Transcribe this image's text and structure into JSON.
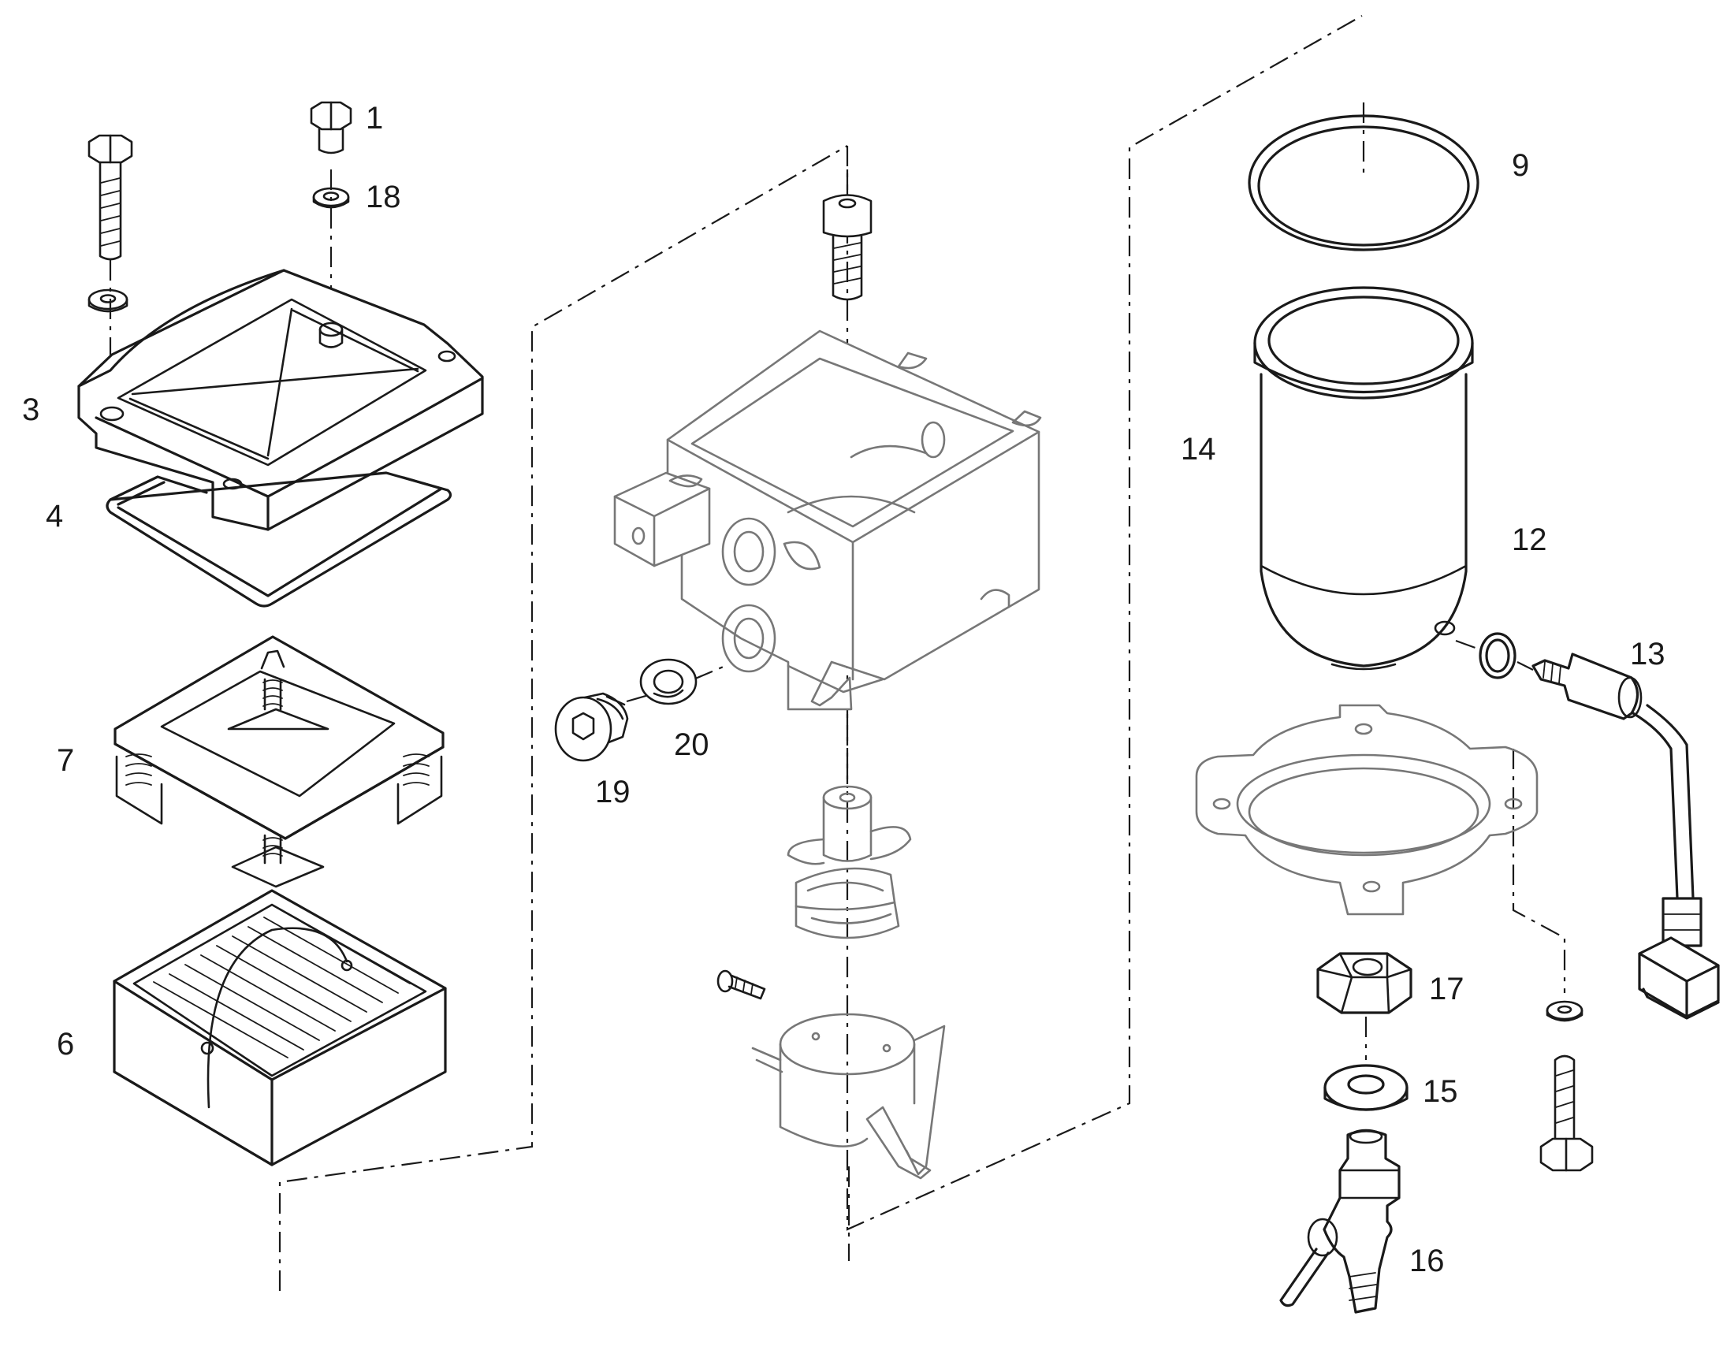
{
  "colors": {
    "line": "#1a1a1a",
    "faint": "#777777",
    "background": "#ffffff"
  },
  "callouts": {
    "c1": "1",
    "c18": "18",
    "c3": "3",
    "c4": "4",
    "c7": "7",
    "c6": "6",
    "c19": "19",
    "c20": "20",
    "c9": "9",
    "c14": "14",
    "c12": "12",
    "c13": "13",
    "c17": "17",
    "c15": "15",
    "c16": "16"
  }
}
